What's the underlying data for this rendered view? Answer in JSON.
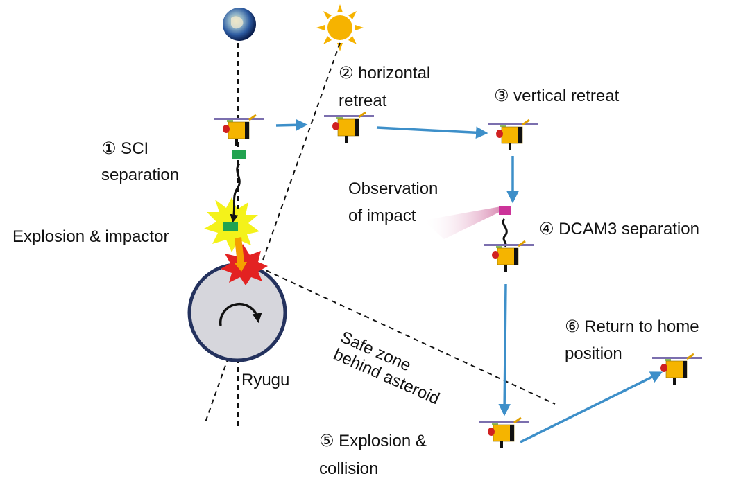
{
  "labels": {
    "step1_line1": "① SCI",
    "step1_line2": "separation",
    "step2_line1": "② horizontal",
    "step2_line2": "retreat",
    "step3": "③ vertical retreat",
    "observation_line1": "Observation",
    "observation_line2": "of impact",
    "step4": "④ DCAM3 separation",
    "explosion_impactor": "Explosion & impactor",
    "safe_zone_line1": "Safe zone",
    "safe_zone_line2": "behind asteroid",
    "asteroid_name": "Ryugu",
    "step5_line1": "⑤ Explosion &",
    "step5_line2": "collision",
    "step6_line1": "⑥ Return to home",
    "step6_line2": "position"
  },
  "icons": {
    "earth": "earth-icon",
    "sun": "sun-icon",
    "spacecraft": "spacecraft-icon"
  },
  "colors": {
    "arrow": "#3d8fc9",
    "spacecraft_body": "#f5b400",
    "solar_panel": "#7b6fae",
    "sci": "#22a350",
    "dcam3": "#cc3399",
    "asteroid_fill": "#d6d6dc",
    "asteroid_ring": "#24325e",
    "explosion_yellow": "#f4f21a",
    "explosion_red": "#e32222",
    "sun": "#f6b300"
  }
}
